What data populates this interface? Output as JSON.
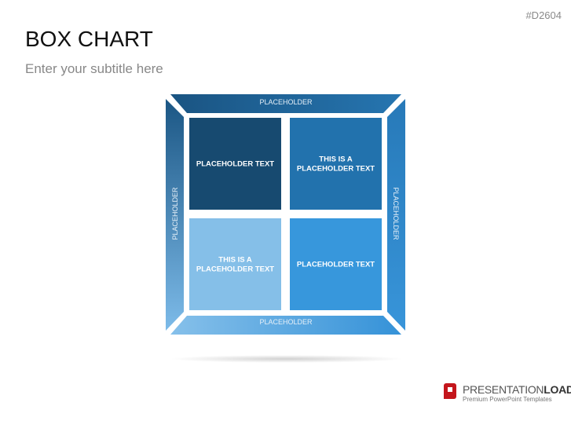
{
  "slide": {
    "code": "#D2604",
    "title": "BOX CHART",
    "subtitle": "Enter your subtitle here"
  },
  "diagram": {
    "frame": {
      "top": "PLACEHOLDER",
      "bottom": "PLACEHOLDER",
      "left": "PLACEHOLDER",
      "right": "PLACEHOLDER"
    },
    "boxes": [
      {
        "lines": [
          "PLACEHOLDER TEXT"
        ],
        "color": "#174a70"
      },
      {
        "lines": [
          "THIS IS A",
          "PLACEHOLDER TEXT"
        ],
        "color": "#2272ad"
      },
      {
        "lines": [
          "THIS IS A",
          "PLACEHOLDER TEXT"
        ],
        "color": "#85bfe8"
      },
      {
        "lines": [
          "PLACEHOLDER TEXT"
        ],
        "color": "#3797dc"
      }
    ]
  },
  "logo": {
    "name_light": "PRESENTATION",
    "name_bold": "LOAD",
    "tagline": "Premium PowerPoint Templates",
    "color": "#c4161c"
  }
}
